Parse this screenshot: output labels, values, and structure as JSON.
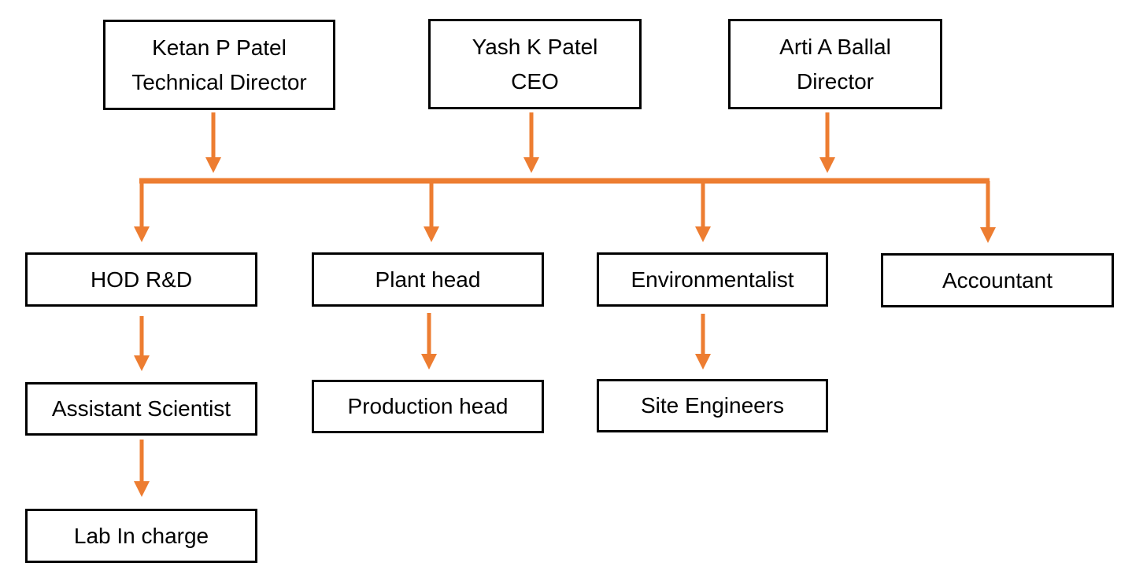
{
  "diagram": {
    "connector_color": "#ED7D31",
    "box_border_color": "#000000",
    "top": {
      "ketan": {
        "name": "Ketan P Patel",
        "role": "Technical Director"
      },
      "yash": {
        "name": "Yash K Patel",
        "role": "CEO"
      },
      "arti": {
        "name": "Arti A Ballal",
        "role": "Director"
      }
    },
    "departments": {
      "hod": "HOD R&D",
      "plant": "Plant head",
      "env": "Environmentalist",
      "acct": "Accountant"
    },
    "sub": {
      "asst": "Assistant Scientist",
      "prod": "Production head",
      "site": "Site Engineers",
      "lab": "Lab In charge"
    }
  }
}
